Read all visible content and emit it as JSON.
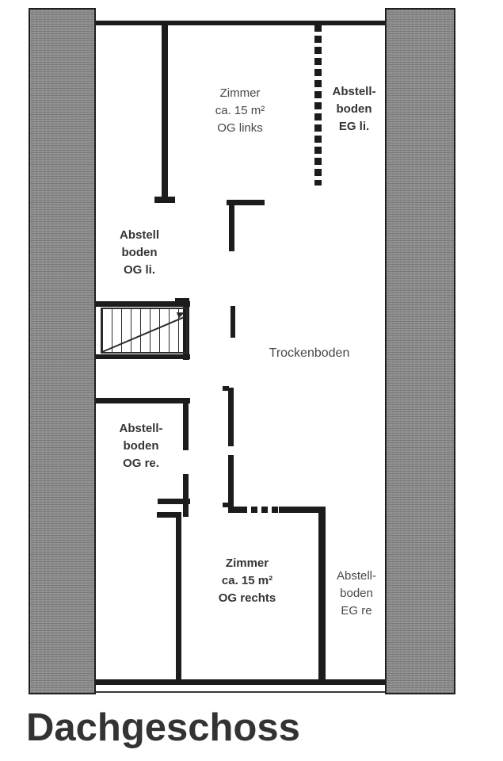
{
  "title": "Dachgeschoss",
  "rooms": {
    "zimmer_og_links": {
      "lines": [
        "Zimmer",
        "ca. 15 m²",
        "OG links"
      ]
    },
    "abstellboden_eg_li": {
      "lines": [
        "Abstell-",
        "boden",
        "EG li."
      ]
    },
    "abstellboden_og_li": {
      "lines": [
        "Abstell",
        "boden",
        "OG li."
      ]
    },
    "trockenboden": {
      "label": "Trockenboden"
    },
    "abstellboden_og_re": {
      "lines": [
        "Abstell-",
        "boden",
        "OG re."
      ]
    },
    "zimmer_og_rechts": {
      "lines": [
        "Zimmer",
        "ca. 15 m²",
        "OG rechts"
      ]
    },
    "abstellboden_eg_re": {
      "lines": [
        "Abstell-",
        "boden",
        "EG re"
      ]
    }
  },
  "colors": {
    "wall": "#1c1c1c",
    "roof_bar": "#8f8f8f",
    "label_text": "#353535",
    "title_text": "#333333"
  }
}
